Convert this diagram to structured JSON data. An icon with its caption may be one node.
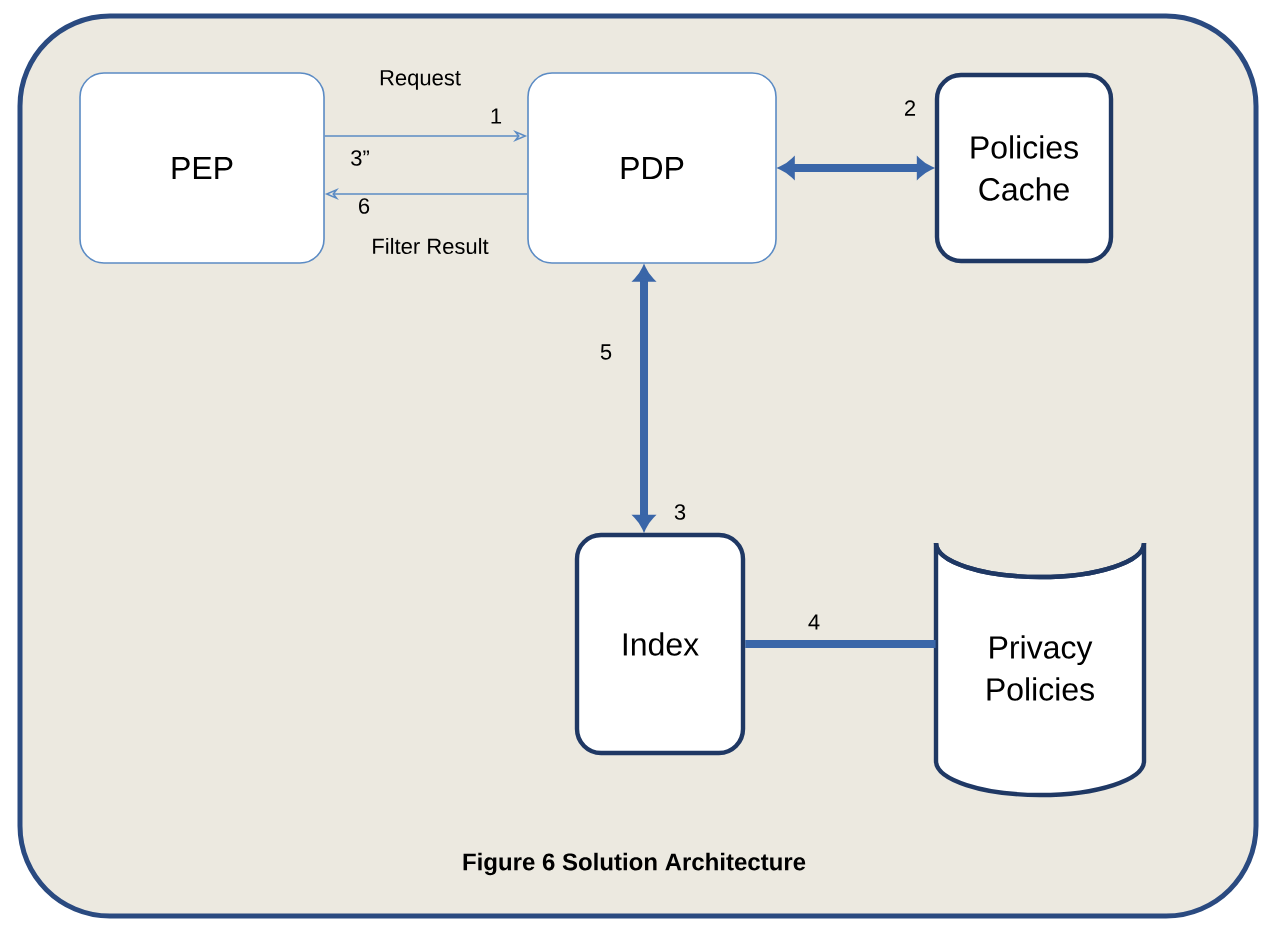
{
  "diagram": {
    "caption": "Figure 6 Solution Architecture",
    "nodes": [
      {
        "text": [
          "PEP"
        ]
      },
      {
        "text": [
          "PDP"
        ]
      },
      {
        "text": [
          "Policies Cache"
        ]
      },
      {
        "text": [
          "Index"
        ]
      },
      {
        "text": [
          "Privacy Policies"
        ]
      }
    ],
    "edges": [
      {
        "from": 0,
        "to": 1,
        "arrow": "to",
        "label": "1",
        "color": "#5b8bc4"
      },
      {
        "from": 1,
        "to": 0,
        "arrow": "to",
        "label": "6",
        "color": "#5b8bc4"
      },
      {
        "from": 1,
        "to": 2,
        "arrow": "both",
        "label": "2"
      },
      {
        "from": 1,
        "to": 3,
        "arrow": "both",
        "label": "5"
      },
      {
        "from": 3,
        "to": 4,
        "arrow": "none",
        "label": "4"
      }
    ],
    "labels": [
      "Request",
      "3”",
      "Filter Result",
      "3"
    ]
  }
}
